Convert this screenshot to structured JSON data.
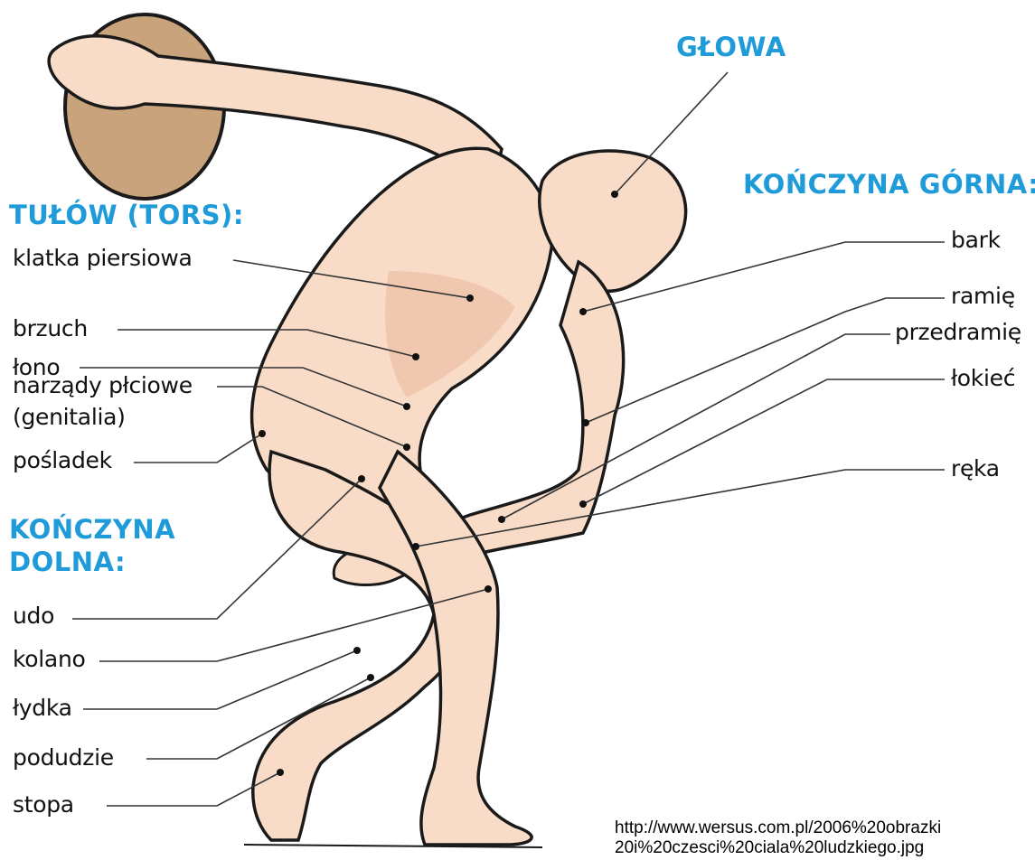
{
  "headings": {
    "head": "GŁOWA",
    "torso": "TUŁÓW (TORS):",
    "upper_limb": "KOŃCZYNA GÓRNA:",
    "lower_limb_line1": "KOŃCZYNA",
    "lower_limb_line2": "DOLNA:"
  },
  "torso_labels": {
    "chest": "klatka piersiowa",
    "belly": "brzuch",
    "pubis": "łono",
    "genitals_line1": "narządy płciowe",
    "genitals_line2": "(genitalia)",
    "buttock": "pośladek"
  },
  "upper_limb_labels": {
    "shoulder": "bark",
    "arm": "ramię",
    "forearm": "przedramię",
    "elbow": "łokieć",
    "hand": "ręka"
  },
  "lower_limb_labels": {
    "thigh": "udo",
    "knee": "kolano",
    "calf": "łydka",
    "shin": "podudzie",
    "foot": "stopa"
  },
  "source": {
    "line1": "http://www.wersus.com.pl/2006%20obrazki",
    "line2": "20i%20czesci%20ciala%20ludzkiego.jpg"
  },
  "colors": {
    "skin": "#f9dcc8",
    "skin_shadow": "#eab79a",
    "discus": "#c8a37c",
    "heading_blue": "#1e9bd8",
    "outline": "#1a1a1a"
  }
}
